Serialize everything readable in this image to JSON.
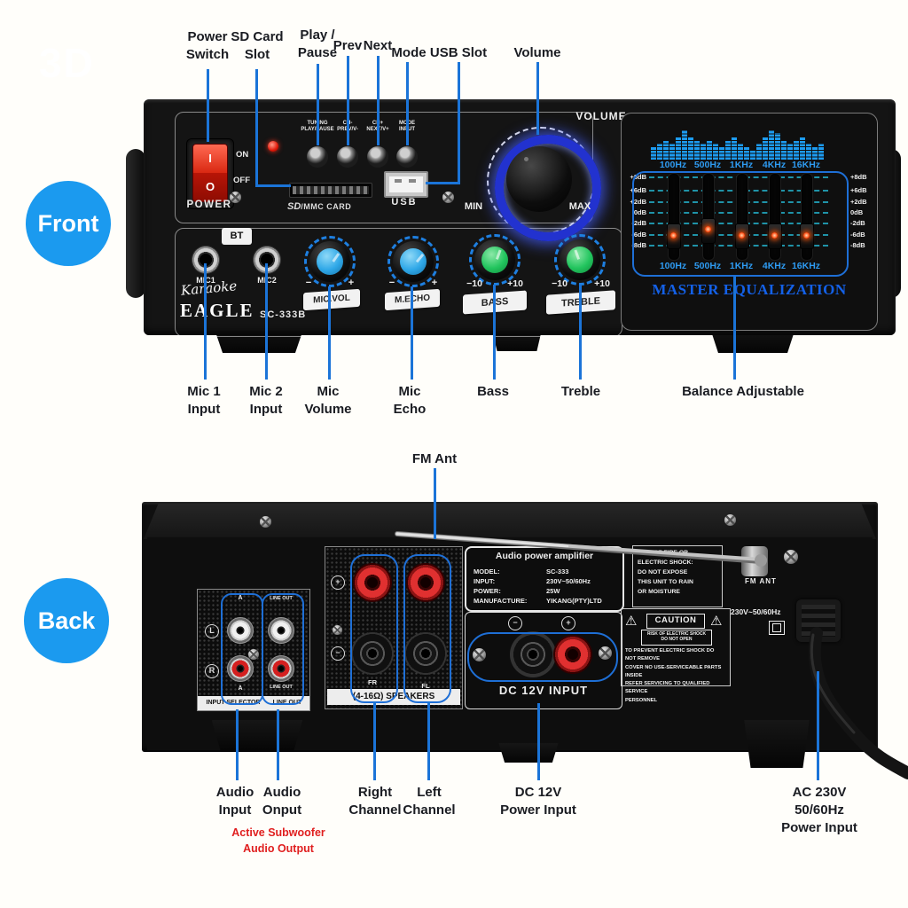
{
  "watermark": "3D",
  "badges": {
    "front": "Front",
    "back": "Back"
  },
  "colors": {
    "callout_blue": "#1b74d8",
    "badge_blue": "#1b9aef",
    "eq_blue": "#1e6fd6",
    "spectrum_blue": "#1d9bf0",
    "label_dark": "#1a1c22",
    "note_red": "#e01f1f"
  },
  "front": {
    "callouts_top": [
      "Power\nSwitch",
      "SD Card\nSlot",
      "Play /\nPause",
      "Prev",
      "Next",
      "Mode",
      "USB Slot",
      "Volume"
    ],
    "callouts_bottom": [
      "Mic 1\nInput",
      "Mic 2\nInput",
      "Mic\nVolume",
      "Mic\nEcho",
      "Bass",
      "Treble",
      "Balance Adjustable"
    ],
    "panel": {
      "power": {
        "rocker_top": "I",
        "rocker_bottom": "O",
        "on": "ON",
        "off": "OFF",
        "label": "POWER"
      },
      "buttons": [
        {
          "line1": "TUNING",
          "line2": "PLAY/PAUSE"
        },
        {
          "line1": "CH-",
          "line2": "PREV/V-"
        },
        {
          "line1": "CH+",
          "line2": "NEXT/V+"
        },
        {
          "line1": "MODE",
          "line2": "INPUT"
        }
      ],
      "sd_logo": "SD",
      "sd_label": "/MMC CARD",
      "usb_label": "USB",
      "volume": {
        "label": "VOLUME",
        "min": "MIN",
        "max": "MAX"
      },
      "bt": "BT",
      "mic1": "MIC1",
      "mic2": "MIC2",
      "brand_script": "Karaoke",
      "brand": "EAGLE",
      "model": "SC-333B",
      "knobs": [
        {
          "label": "MIC.VOL",
          "min": "−",
          "max": "+"
        },
        {
          "label": "M.ECHO",
          "min": "−",
          "max": "+"
        },
        {
          "label": "BASS",
          "min": "−10",
          "max": "+10"
        },
        {
          "label": "TREBLE",
          "min": "−10",
          "max": "+10"
        }
      ],
      "equalizer": {
        "freq_labels": [
          "100Hz",
          "500Hz",
          "1KHz",
          "4KHz",
          "16KHz"
        ],
        "db_labels": [
          "+8dB",
          "+6dB",
          "+2dB",
          "0dB",
          "-2dB",
          "-6dB",
          "-8dB"
        ],
        "slider_db": [
          -6,
          -4,
          -6,
          -6,
          -6
        ],
        "title": "MASTER EQUALIZATION",
        "spectrum_heights": [
          4,
          5,
          6,
          5,
          7,
          9,
          7,
          6,
          5,
          6,
          5,
          4,
          6,
          7,
          5,
          4,
          3,
          5,
          7,
          9,
          8,
          6,
          5,
          6,
          7,
          5,
          4,
          5
        ]
      }
    }
  },
  "back": {
    "callout_fm": "FM Ant",
    "callouts_bottom": [
      "Audio\nInput",
      "Audio\nOnput",
      "Right\nChannel",
      "Left\nChannel",
      "DC 12V\nPower Input",
      "AC 230V 50/60Hz\nPower Input"
    ],
    "subwoofer_note": "Active Subwoofer\nAudio Output",
    "panel": {
      "rca": {
        "col_a_top": "A",
        "col_a_bottom": "A",
        "col_lo_top": "LINE OUT",
        "col_lo_bottom": "LINE OUT",
        "left": "L",
        "right": "R",
        "strip_left": "INPUT SELECTOR",
        "strip_right": "LINE OUT"
      },
      "speakers": {
        "plus": "+",
        "minus": "−",
        "fr": "FR",
        "fl": "FL",
        "strip": "(4-16Ω) SPEAKERS"
      },
      "nameplate": {
        "title": "Audio power amplifier",
        "rows": [
          [
            "MODEL:",
            "SC-333"
          ],
          [
            "INPUT:",
            "230V~50/60Hz"
          ],
          [
            "POWER:",
            "25W"
          ],
          [
            "MANUFACTURE:",
            "YIKANG(PTY)LTD"
          ]
        ]
      },
      "dc": {
        "minus": "−",
        "plus": "+",
        "label": "DC 12V INPUT"
      },
      "warning_lines": [
        "RISK OF FIRE OR",
        "ELECTRIC SHOCK:",
        "DO NOT EXPOSE",
        "THIS UNIT TO RAIN",
        "OR MOISTURE"
      ],
      "caution": {
        "header": "CAUTION",
        "sub1": "RISK OF ELECTRIC SHOCK",
        "sub2": "DO NOT OPEN",
        "warn_icon": "⚠",
        "body": [
          "TO PREVENT ELECTRIC SHOCK DO NOT REMOVE",
          "COVER NO USE-SERVICEABLE PARTS INSIDE",
          "REFER SERVICING TO QUALIFIED SERVICE",
          "PERSONNEL"
        ]
      },
      "fm_ant": "FM ANT",
      "voltage": "230V~50/60Hz"
    }
  }
}
